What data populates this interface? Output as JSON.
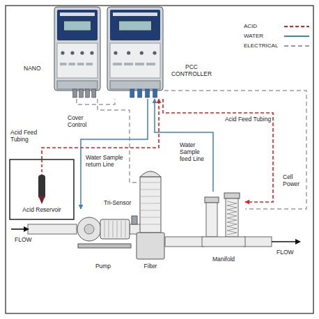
{
  "diagram": {
    "nodes": [
      {
        "text": [
          "NANO"
        ]
      },
      {
        "text": [
          "PCC CONTROLLER"
        ]
      },
      {
        "text": [
          "Acid Reservoir"
        ]
      },
      {
        "text": [
          "Pump"
        ]
      },
      {
        "text": [
          "Filter"
        ]
      },
      {
        "text": [
          "Manifold"
        ]
      }
    ],
    "edges": [
      {
        "from": 2,
        "to": 1,
        "arrow": "to"
      },
      {
        "from": 1,
        "to": 5,
        "arrow": "to"
      },
      {
        "from": 5,
        "to": 1,
        "arrow": "to"
      },
      {
        "from": 1,
        "to": 3,
        "arrow": "to"
      },
      {
        "from": 1,
        "to": 5,
        "arrow": "none"
      },
      {
        "from": 0,
        "to": 1,
        "arrow": "none"
      }
    ],
    "labels": [
      "Cover Control",
      "Acid Feed Tubing",
      "Water Sample return Line",
      "Tri-Sensor",
      "Water Sample feed Line",
      "Acid Feed Tubing",
      "Cell Power",
      "FLOW",
      "FLOW"
    ],
    "legend": [
      {
        "text": "ACID"
      },
      {
        "text": "WATER"
      },
      {
        "text": "ELECTRICAL"
      }
    ]
  }
}
